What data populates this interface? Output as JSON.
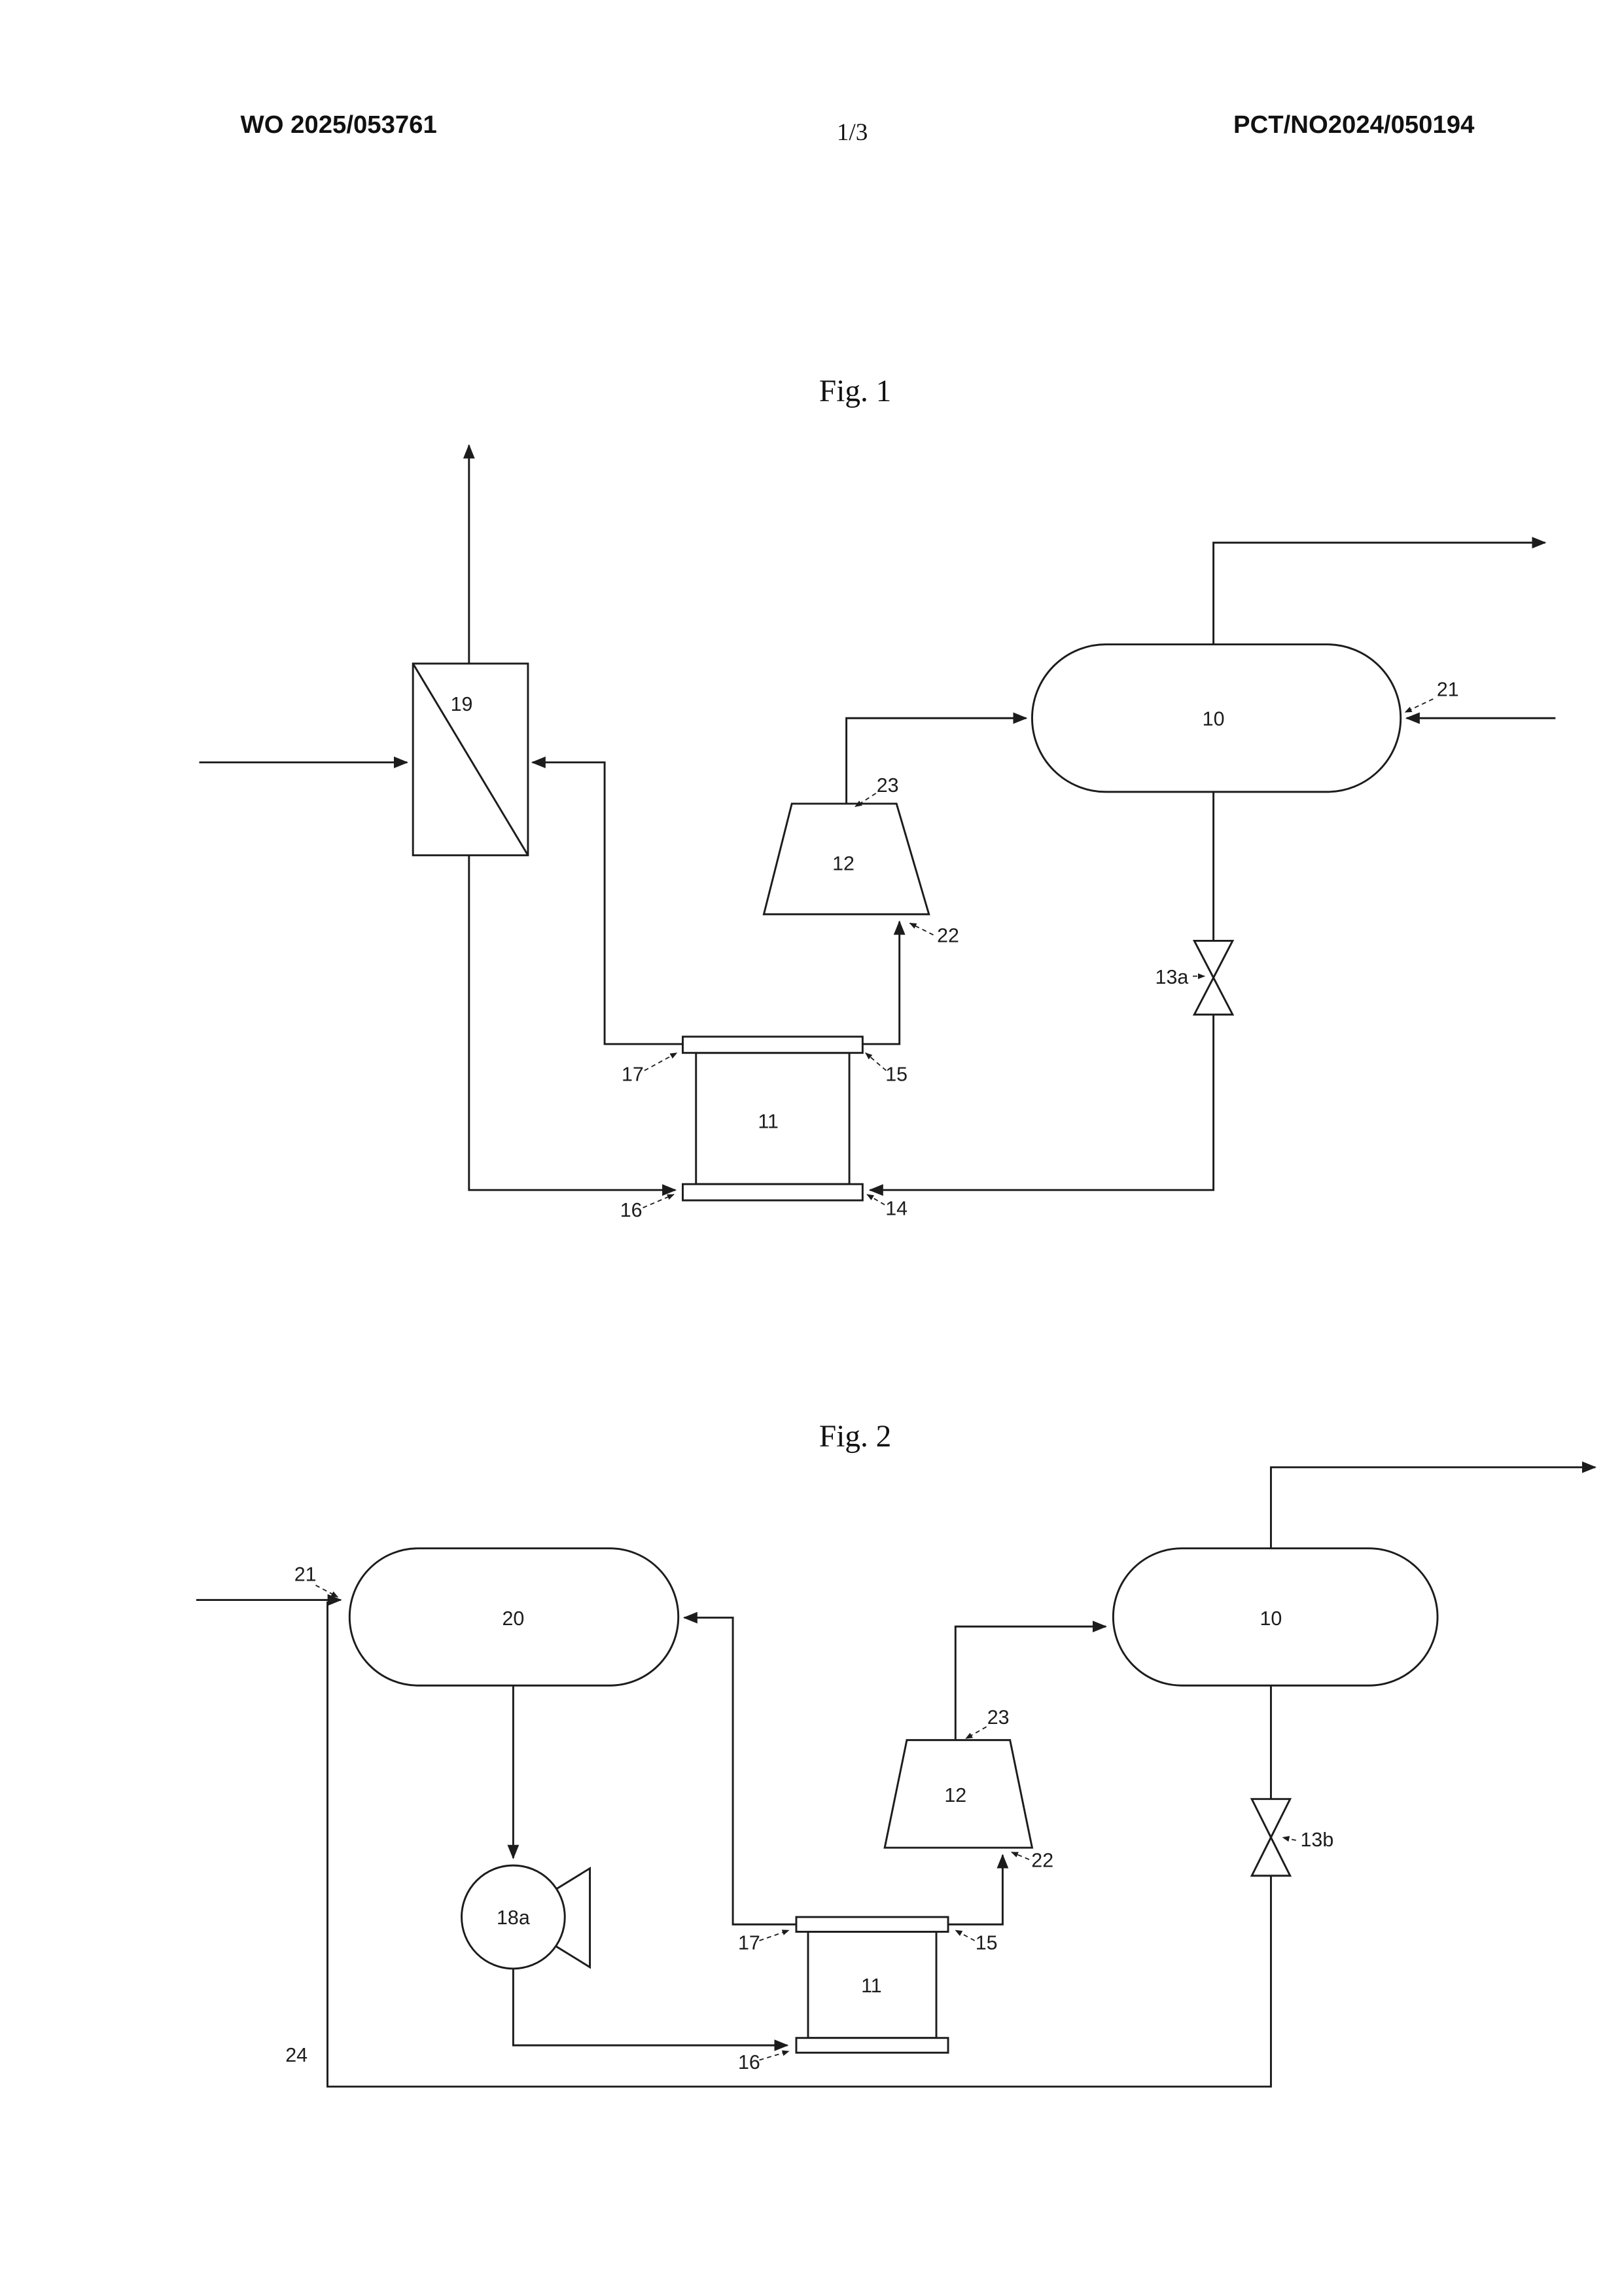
{
  "header": {
    "publication_number": "WO 2025/053761",
    "page_indicator": "1/3",
    "application_number": "PCT/NO2024/050194"
  },
  "figure1": {
    "title": "Fig. 1",
    "labels": {
      "separator": "19",
      "compressor": "12",
      "compressor_outlet_stream": "23",
      "compressor_inlet_stream": "22",
      "vessel": "10",
      "inlet_stream": "21",
      "valve": "13a",
      "heat_exchanger": "11",
      "hx_top_left_stream": "17",
      "hx_top_right_stream": "15",
      "hx_bottom_left_stream": "16",
      "hx_bottom_right_stream": "14"
    }
  },
  "figure2": {
    "title": "Fig. 2",
    "labels": {
      "inlet_stream": "21",
      "left_vessel": "20",
      "right_vessel": "10",
      "compressor": "12",
      "compressor_outlet_stream": "23",
      "compressor_inlet_stream": "22",
      "valve": "13b",
      "pump": "18a",
      "heat_exchanger": "11",
      "hx_top_left_stream": "17",
      "hx_top_right_stream": "15",
      "hx_bottom_left_stream": "16",
      "recycle_stream": "24"
    }
  }
}
